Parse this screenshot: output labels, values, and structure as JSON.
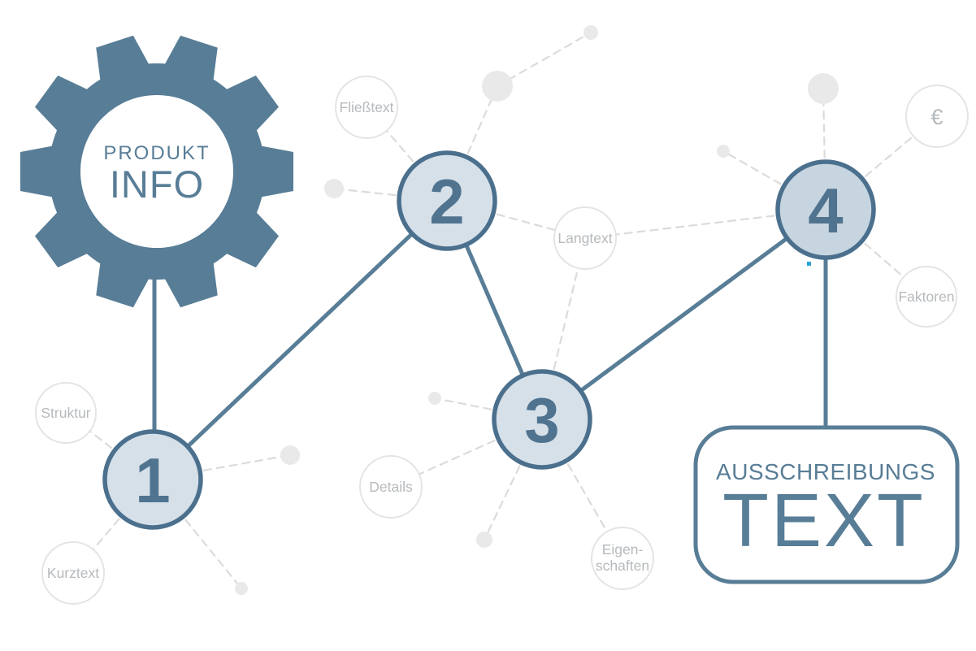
{
  "diagram_title": "Produktinfo zu Ausschreibungstext Prozess",
  "colors": {
    "accent": "#587d96",
    "node_border": "#4b708e",
    "node_fill": "#d6e0e9",
    "node4_fill": "#c7d5e0",
    "number": "#507490",
    "faded_line": "#dbdbdb",
    "faded_dot": "#e9e9e9",
    "faded_circle_border": "#e4e4e4",
    "faded_text": "#b6babd",
    "artifact_blue": "#2aa5da",
    "background": "#ffffff"
  },
  "gear": {
    "title_line1": "PRODUKT",
    "title_line2": "INFO"
  },
  "steps": [
    {
      "label": "1"
    },
    {
      "label": "2"
    },
    {
      "label": "3"
    },
    {
      "label": "4"
    }
  ],
  "satellites": [
    {
      "label": "Fließtext"
    },
    {
      "label": "Langtext"
    },
    {
      "label": "Struktur"
    },
    {
      "label": "Kurztext"
    },
    {
      "label": "Details"
    },
    {
      "lines": [
        "Eigen-",
        "schaften"
      ]
    },
    {
      "label": "€"
    },
    {
      "label": "Faktoren"
    }
  ],
  "result_box": {
    "line1": "AUSSCHREIBUNGS",
    "line2": "TEXT"
  }
}
